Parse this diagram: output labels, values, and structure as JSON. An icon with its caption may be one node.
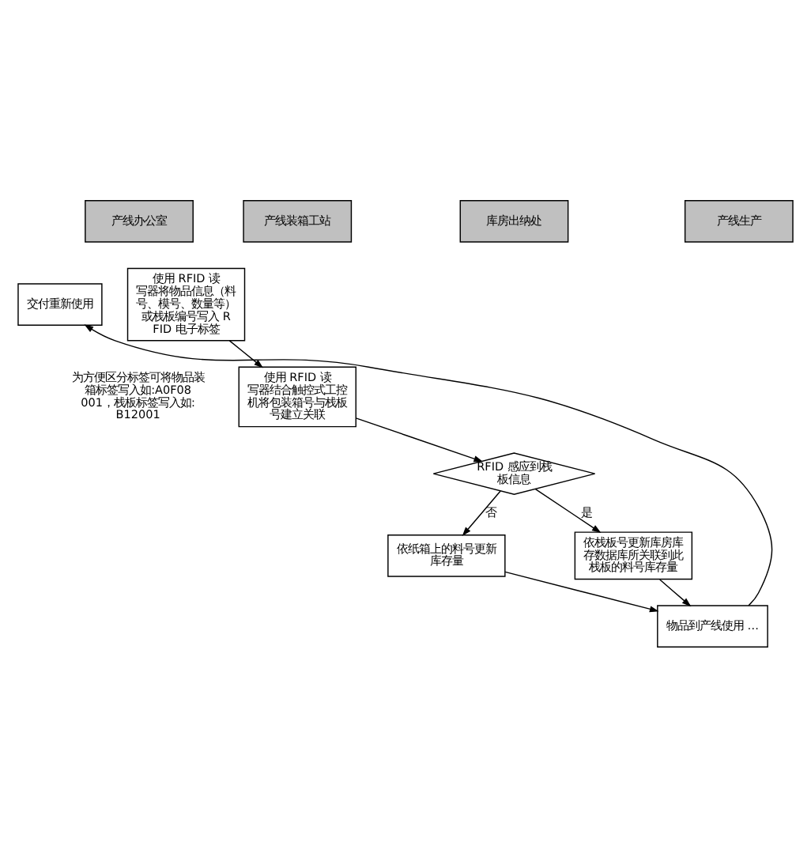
{
  "diagram": {
    "nodes": [
      {
        "text": [
          "产线办公室"
        ]
      },
      {
        "text": [
          "产线装箱工站"
        ]
      },
      {
        "text": [
          "库房出纳处"
        ]
      },
      {
        "text": [
          "产线生产"
        ]
      },
      {
        "text": [
          "使用 RFID 读写器将物品信息（料号、模号、数量等）或栈板编号写入 RFID 电子标签"
        ]
      },
      {
        "text": [
          "使用 RFID 读写器结合触控式工控机将包装箱号与栈板号建立关联"
        ]
      },
      {
        "text": [
          "RFID 感应到栈板信息"
        ]
      },
      {
        "text": [
          "依栈板号更新库房库存数据库所关联到此栈板的料号库存量"
        ]
      },
      {
        "text": [
          "依纸箱上的料号更新库存量"
        ]
      },
      {
        "text": [
          "物品到产线使用 …"
        ]
      },
      {
        "text": [
          "交付重新使用"
        ]
      }
    ],
    "edges": [
      {
        "from": 4,
        "to": 5,
        "arrow": "to"
      },
      {
        "from": 5,
        "to": 6,
        "arrow": "to"
      },
      {
        "from": 6,
        "to": 7,
        "arrow": "to",
        "label": "是"
      },
      {
        "from": 6,
        "to": 8,
        "arrow": "to",
        "label": "否"
      },
      {
        "from": 7,
        "to": 9,
        "arrow": "to"
      },
      {
        "from": 8,
        "to": 9,
        "arrow": "to"
      },
      {
        "from": 9,
        "to": 10,
        "arrow": "to"
      }
    ],
    "labels": [
      "为方便区分标签可将物品装箱标签写入如:A0F08001，栈板标签写入如:B12001"
    ]
  }
}
